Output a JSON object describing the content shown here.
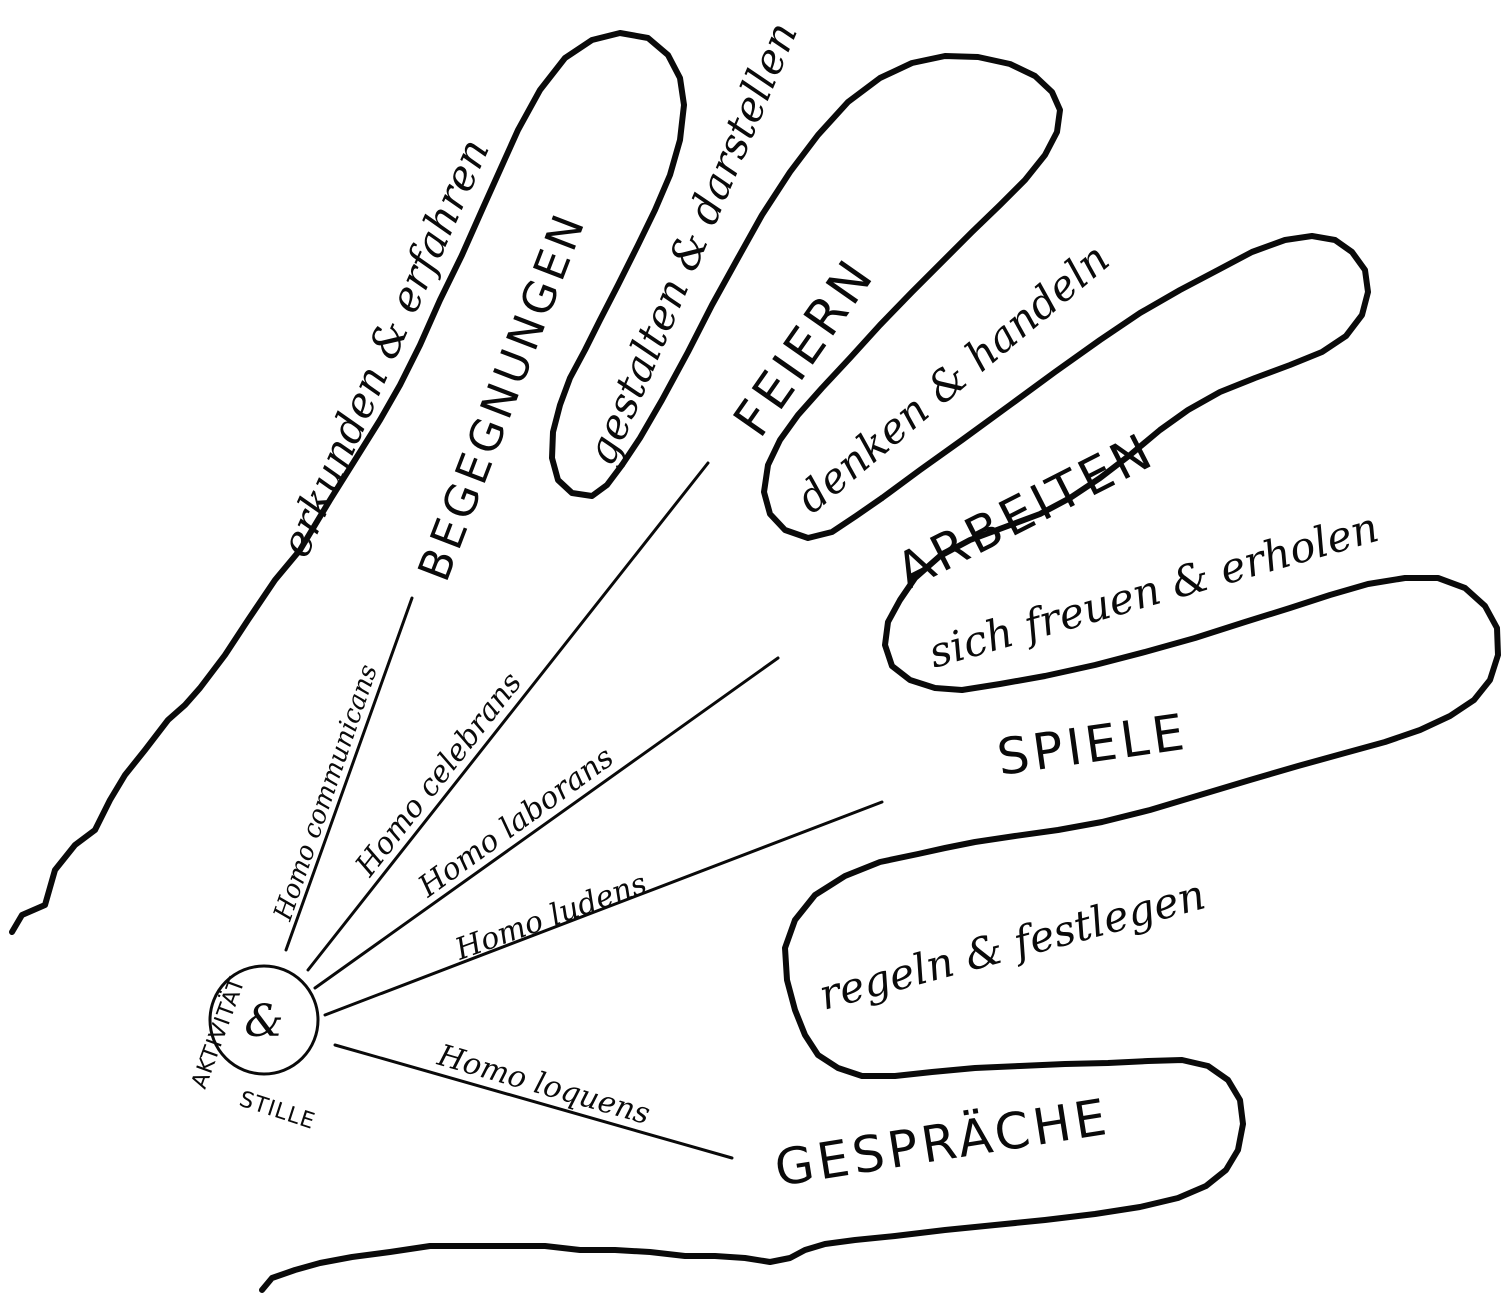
{
  "domains": {
    "begegnungen": "BEGEGNUNGEN",
    "feiern": "FEIERN",
    "arbeiten": "ARBEITEN",
    "spiele": "SPIELE",
    "gespraeche": "GESPRÄCHE"
  },
  "verbs": {
    "erkunden": "erkunden & erfahren",
    "gestalten": "gestalten & darstellen",
    "denken": "denken & handeln",
    "freuen": "sich freuen & erholen",
    "regeln": "regeln & festlegen"
  },
  "homo": {
    "communicans": "Homo communicans",
    "celebrans": "Homo celebrans",
    "laborans": "Homo laborans",
    "ludens": "Homo ludens",
    "loquens": "Homo loquens"
  },
  "center": {
    "top": "AKTIVITÄT",
    "middle": "&",
    "bottom": "STILLE"
  }
}
